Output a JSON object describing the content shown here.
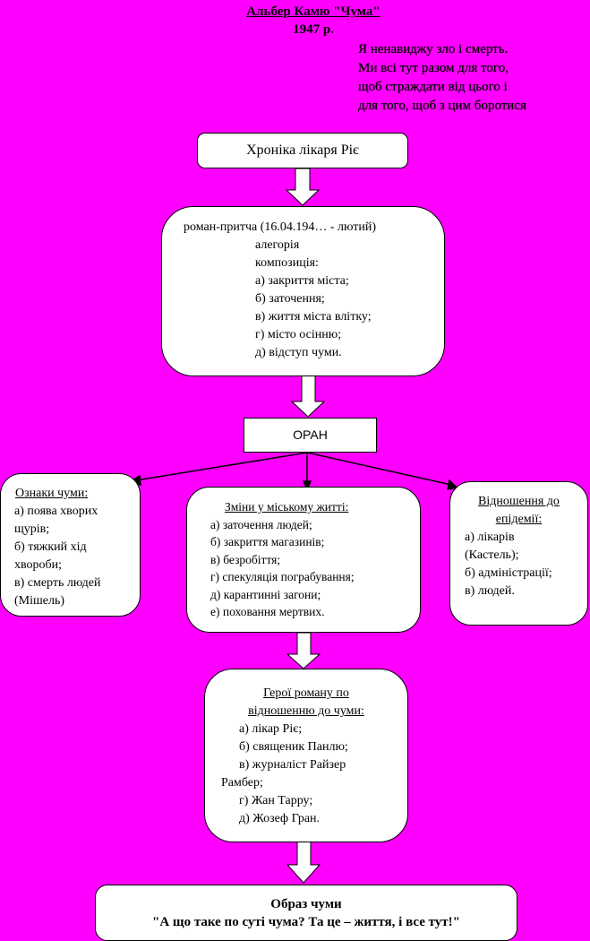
{
  "header": {
    "title": "Альбер Камю \"Чума\"",
    "year": "1947 р."
  },
  "epigraph": [
    "Я ненавиджу зло і смерть.",
    "Ми всі тут разом для того,",
    "щоб страждати від цього і",
    "для того, щоб з цим боротися"
  ],
  "chronicle": {
    "label": "Хроніка лікаря Ріє"
  },
  "genre": {
    "heading": "роман-притча (16.04.194… - лютий)",
    "lines": [
      "алегорія",
      "композиція:",
      "а) закриття міста;",
      "б) заточення;",
      "в) життя міста влітку;",
      "г) місто осінню;",
      "д) відступ чуми."
    ]
  },
  "city": {
    "label": "ОРАН"
  },
  "signs": {
    "heading": "Ознаки чуми:",
    "lines": [
      "а) поява хворих",
      "щурів;",
      "б) тяжкий хід",
      "хвороби;",
      "в) смерть людей",
      "(Мішель)"
    ]
  },
  "changes": {
    "heading": "Зміни у міському житті:",
    "lines": [
      "а) заточення людей;",
      "б) закриття магазинів;",
      "в) безробіття;",
      "г) спекуляція пограбування;",
      "д) карантинні загони;",
      "е) поховання мертвих."
    ]
  },
  "attitude": {
    "heading": [
      "Відношення до",
      "епідемії:"
    ],
    "lines": [
      "а) лікарів",
      "(Кастель);",
      "б) адміністрації;",
      "в) людей."
    ]
  },
  "heroes": {
    "heading": [
      "Герої роману по",
      "відношенню до чуми:"
    ],
    "lines": [
      "а) лікар Ріє;",
      "б) священик Панлю;",
      "в) журналіст Райзер",
      "Рамбер;",
      "г) Жан Тарру;",
      "д) Жозеф Гран."
    ]
  },
  "image": {
    "title": "Образ чуми",
    "quote": "\"А що таке по суті чума? Та це – життя, і все тут!\""
  }
}
